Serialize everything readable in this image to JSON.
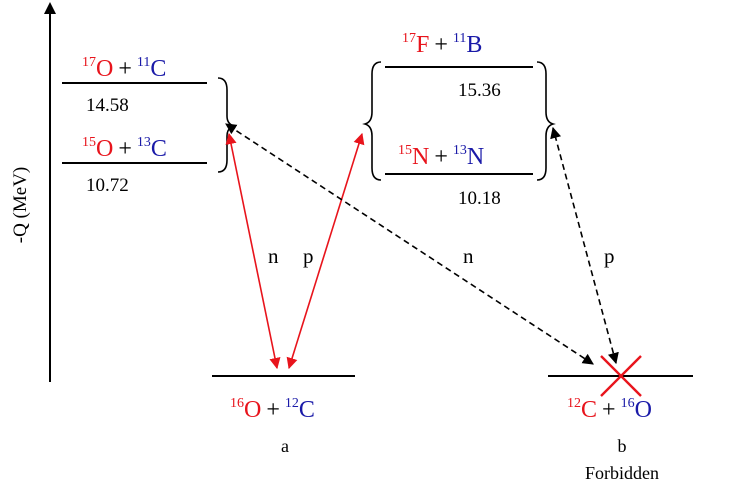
{
  "axis": {
    "label": "-Q (MeV)"
  },
  "colors": {
    "red": "#e8141c",
    "blue": "#1a1aa8",
    "black": "#000000"
  },
  "levels": {
    "o17_c11": {
      "sup1": "17",
      "el1": "O",
      "plus": "+",
      "sup2": "11",
      "el2": "C",
      "value": "14.58"
    },
    "o15_c13": {
      "sup1": "15",
      "el1": "O",
      "plus": "+",
      "sup2": "13",
      "el2": "C",
      "value": "10.72"
    },
    "f17_b11": {
      "sup1": "17",
      "el1": "F",
      "plus": "+",
      "sup2": "11",
      "el2": "B",
      "value": "15.36"
    },
    "n15_n13": {
      "sup1": "15",
      "el1": "N",
      "plus": "+",
      "sup2": "13",
      "el2": "N",
      "value": "10.18"
    }
  },
  "ground": {
    "a": {
      "sup1": "16",
      "el1": "O",
      "plus": "+",
      "sup2": "12",
      "el2": "C",
      "label": "a"
    },
    "b": {
      "sup1": "12",
      "el1": "C",
      "plus": "+",
      "sup2": "16",
      "el2": "O",
      "label": "b",
      "note": "Forbidden"
    }
  },
  "transitions": {
    "n_left": "n",
    "p_left": "p",
    "n_dashed": "n",
    "p_dashed": "p"
  }
}
